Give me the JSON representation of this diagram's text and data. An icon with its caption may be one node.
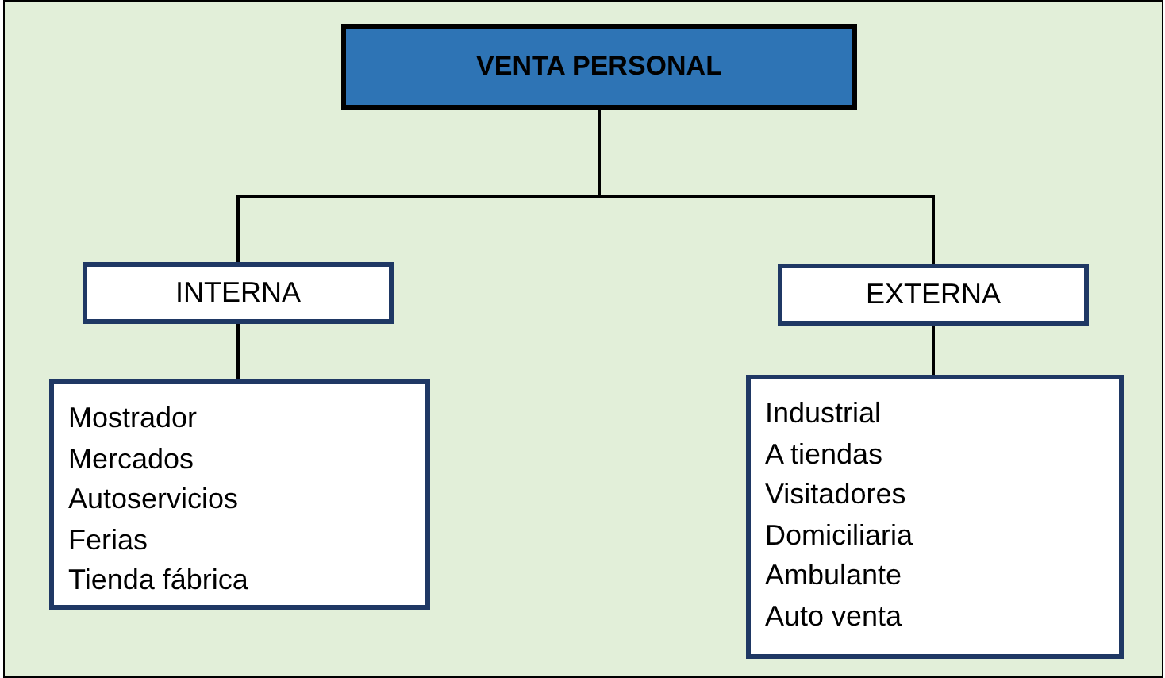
{
  "diagram": {
    "nodes": [
      {
        "text": [
          "VENTA PERSONAL"
        ]
      },
      {
        "text": [
          "INTERNA"
        ]
      },
      {
        "text": [
          "EXTERNA"
        ]
      },
      {
        "text": [
          "Mostrador",
          "Mercados",
          "Autoservicios",
          "Ferias",
          "Tienda fábrica"
        ]
      },
      {
        "text": [
          "Industrial",
          "A tiendas",
          "Visitadores",
          "Domiciliaria",
          "Ambulante",
          "Auto venta"
        ]
      }
    ],
    "edges": [
      {
        "from": 0,
        "to": 1,
        "arrow": "none"
      },
      {
        "from": 0,
        "to": 2,
        "arrow": "none"
      },
      {
        "from": 1,
        "to": 3,
        "arrow": "none"
      },
      {
        "from": 2,
        "to": 4,
        "arrow": "none"
      }
    ]
  }
}
